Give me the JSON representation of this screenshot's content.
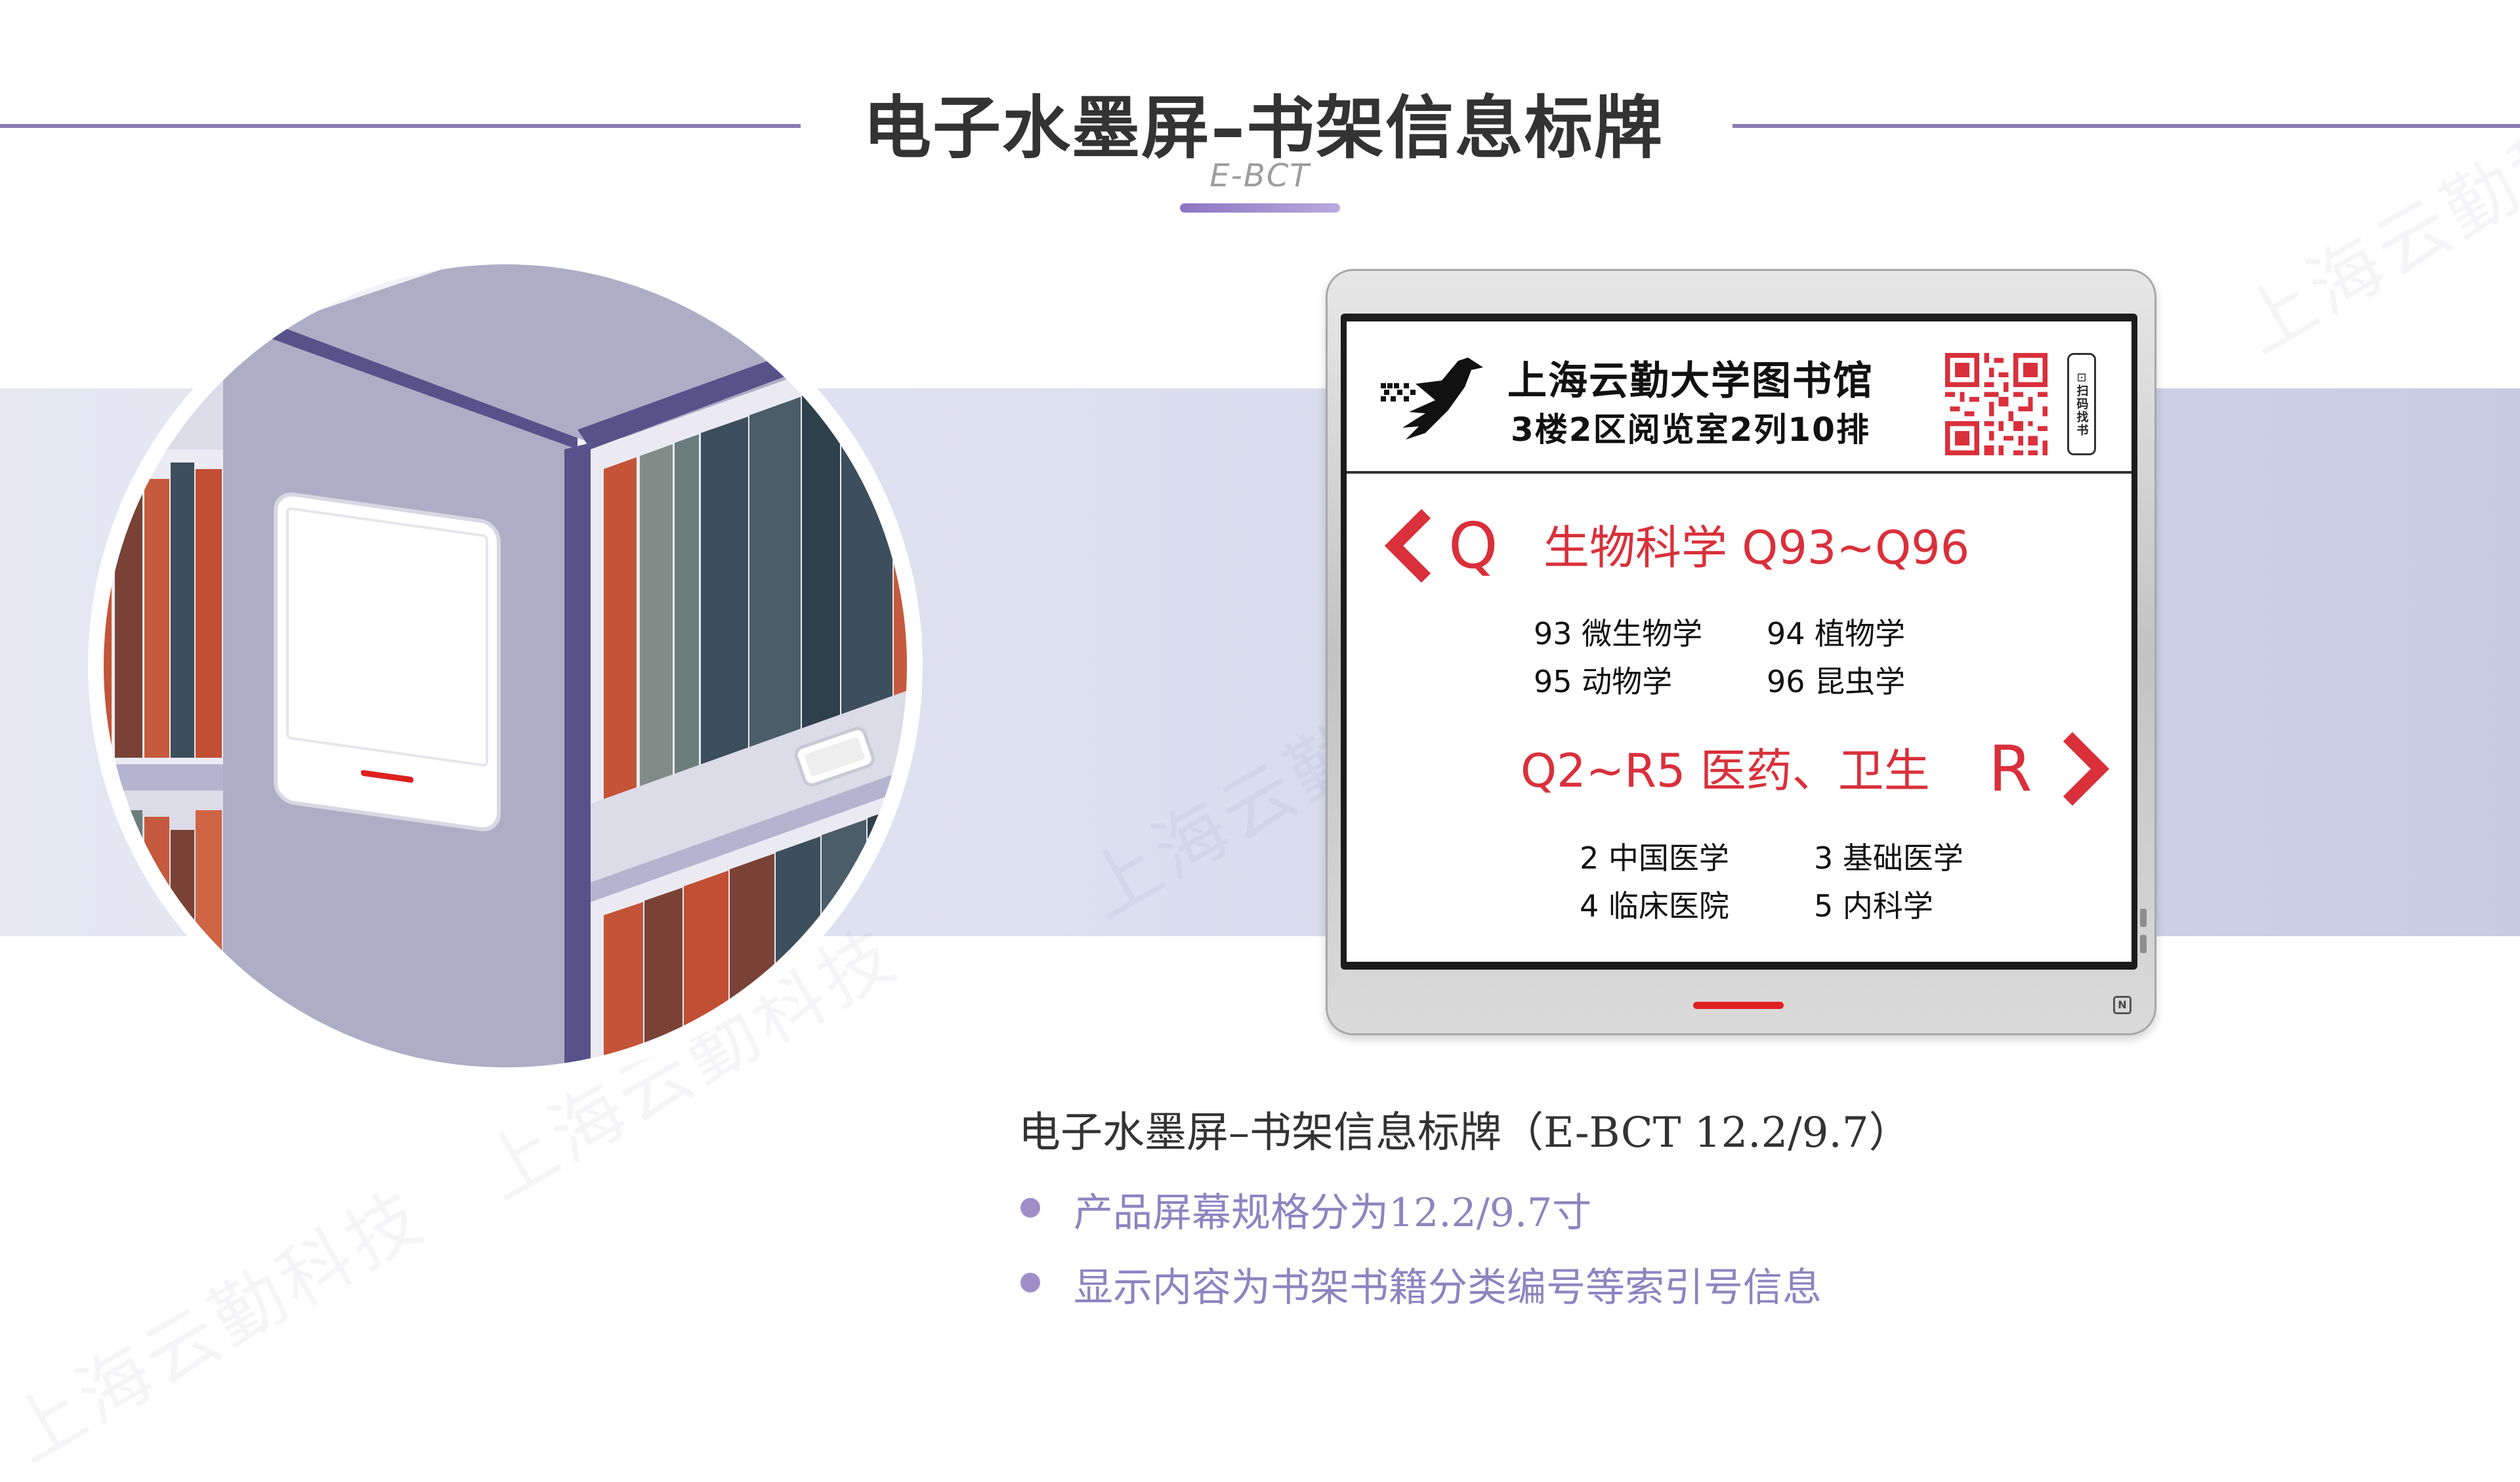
{
  "header": {
    "title": "电子水墨屏–书架信息标牌",
    "subtitle": "E-BCT"
  },
  "sign": {
    "library_name": "上海云勤大学图书馆",
    "location": "3楼2区阅览室2列10排",
    "scan_label": "扫码找书",
    "section_left": {
      "letter": "Q",
      "title": "生物科学  Q93~Q96",
      "items": [
        "93 微生物学",
        "94 植物学",
        "95 动物学",
        "96 昆虫学"
      ]
    },
    "section_right": {
      "letter": "R",
      "title": "Q2~R5  医药、卫生",
      "items": [
        "2 中国医学",
        "3 基础医学",
        "4 临床医院",
        "5 内科学"
      ]
    }
  },
  "caption": {
    "title": "电子水墨屏–书架信息标牌（E-BCT 12.2/9.7）",
    "bullets": [
      "产品屏幕规格分为12.2/9.7寸",
      "显示内容为书架书籍分类编号等索引号信息"
    ]
  },
  "watermark": {
    "text": "上海云勤科技"
  },
  "colors": {
    "accent_purple": "#8a7bb3",
    "sign_red": "#d9303b",
    "band": "#dcdff0"
  }
}
